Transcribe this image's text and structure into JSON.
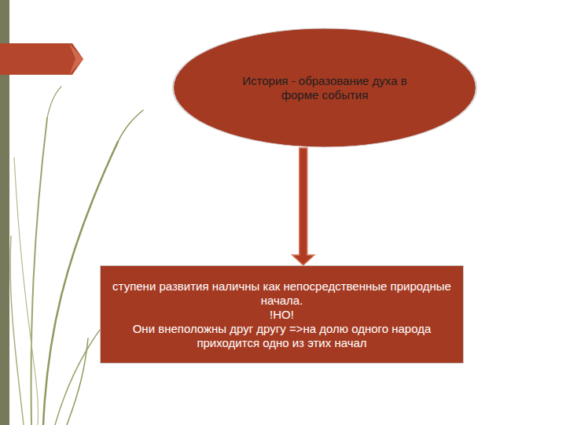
{
  "diagram": {
    "nodes": [
      {
        "text": [
          "История - образование духа в форме события"
        ]
      },
      {
        "text": [
          "ступени развития наличны как непосредственные природные начала.",
          "!НО!",
          "Они внеположны друг другу =>на долю одного народа приходится одно из этих начал"
        ]
      }
    ],
    "edges": [
      {
        "from": 0,
        "to": 1,
        "arrow": "to"
      }
    ]
  }
}
